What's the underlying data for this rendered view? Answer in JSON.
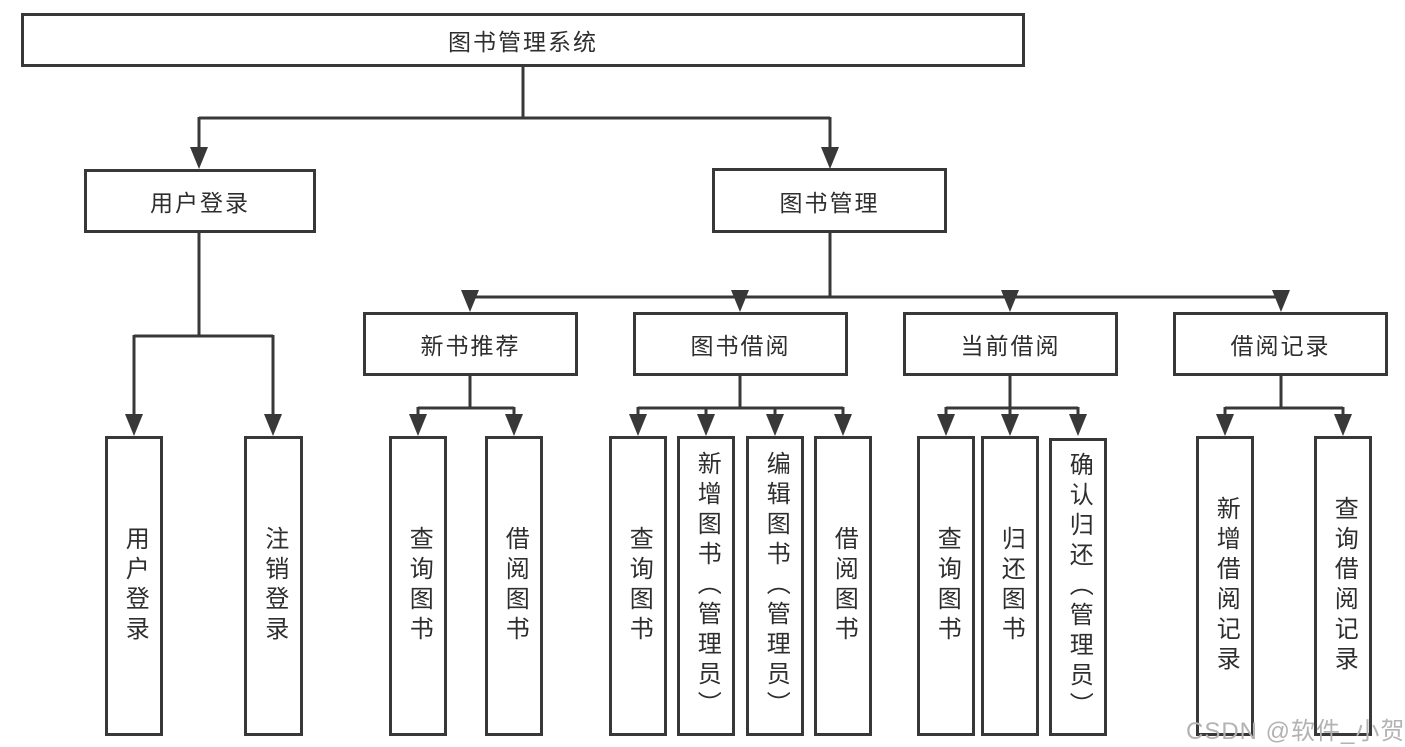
{
  "diagram": {
    "title": "图书管理系统",
    "watermark": "CSDN @软件_小贺同学",
    "colors": {
      "line": "#383838",
      "text": "#2e2e2e",
      "background": "#ffffff",
      "watermark": "#b3b3b3"
    },
    "nodes": {
      "root": "图书管理系统",
      "user_login_branch": "用户登录",
      "book_management": "图书管理",
      "new_book_recommend": "新书推荐",
      "book_borrowing": "图书借阅",
      "current_borrowing": "当前借阅",
      "borrowing_records": "借阅记录",
      "user_login_leaf": "用户登录",
      "logout_leaf": "注销登录",
      "recommend_query_books": "查询图书",
      "recommend_borrow_books": "借阅图书",
      "borrowing_query_books": "查询图书",
      "borrowing_add_books": "新增图书（管理员）",
      "borrowing_edit_books": "编辑图书（管理员）",
      "borrowing_borrow_books": "借阅图书",
      "current_query_books": "查询图书",
      "current_return_books": "归还图书",
      "current_confirm_return": "确认归还（管理员）",
      "records_add_record": "新增借阅记录",
      "records_query_record": "查询借阅记录"
    },
    "hierarchy": {
      "图书管理系统": {
        "用户登录": [
          "用户登录",
          "注销登录"
        ],
        "图书管理": {
          "新书推荐": [
            "查询图书",
            "借阅图书"
          ],
          "图书借阅": [
            "查询图书",
            "新增图书（管理员）",
            "编辑图书（管理员）",
            "借阅图书"
          ],
          "当前借阅": [
            "查询图书",
            "归还图书",
            "确认归还（管理员）"
          ],
          "借阅记录": [
            "新增借阅记录",
            "查询借阅记录"
          ]
        }
      }
    }
  }
}
